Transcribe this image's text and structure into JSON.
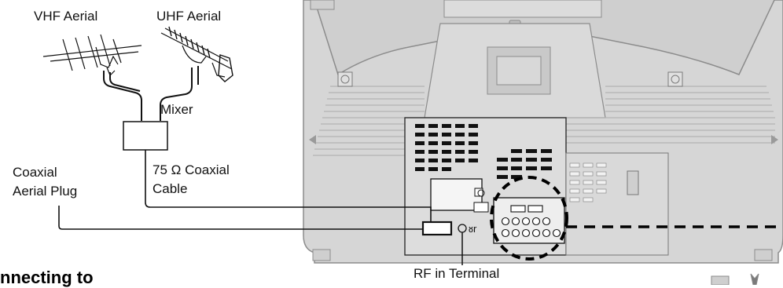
{
  "labels": {
    "vhf_aerial": "VHF Aerial",
    "uhf_aerial": "UHF Aerial",
    "mixer": "Mixer",
    "coaxial_cable_line1": "75 Ω Coaxial",
    "coaxial_cable_line2": "Cable",
    "coaxial_plug_line1": "Coaxial",
    "coaxial_plug_line2": "Aerial Plug",
    "rf_terminal": "RF in Terminal"
  },
  "heading_fragment": "nnecting to",
  "colors": {
    "tv_fill": "#d4d4d4",
    "tv_stroke": "#8a8a8a",
    "line": "#111111"
  }
}
